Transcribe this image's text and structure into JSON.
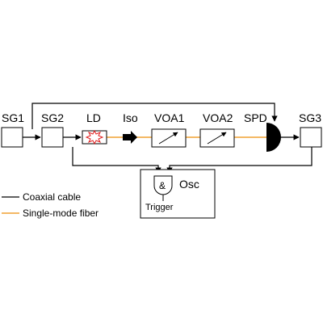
{
  "labels": {
    "sg1": "SG1",
    "sg2": "SG2",
    "sg3": "SG3",
    "ld": "LD",
    "iso": "Iso",
    "voa1": "VOA1",
    "voa2": "VOA2",
    "spd": "SPD",
    "osc": "Osc",
    "and_gate": "&",
    "trigger": "Trigger"
  },
  "legend": {
    "coax": "Coaxial cable",
    "fiber": "Single-mode fiber"
  },
  "colors": {
    "coax": "#000000",
    "fiber": "#f0a030",
    "laser_star": "#e02020"
  }
}
